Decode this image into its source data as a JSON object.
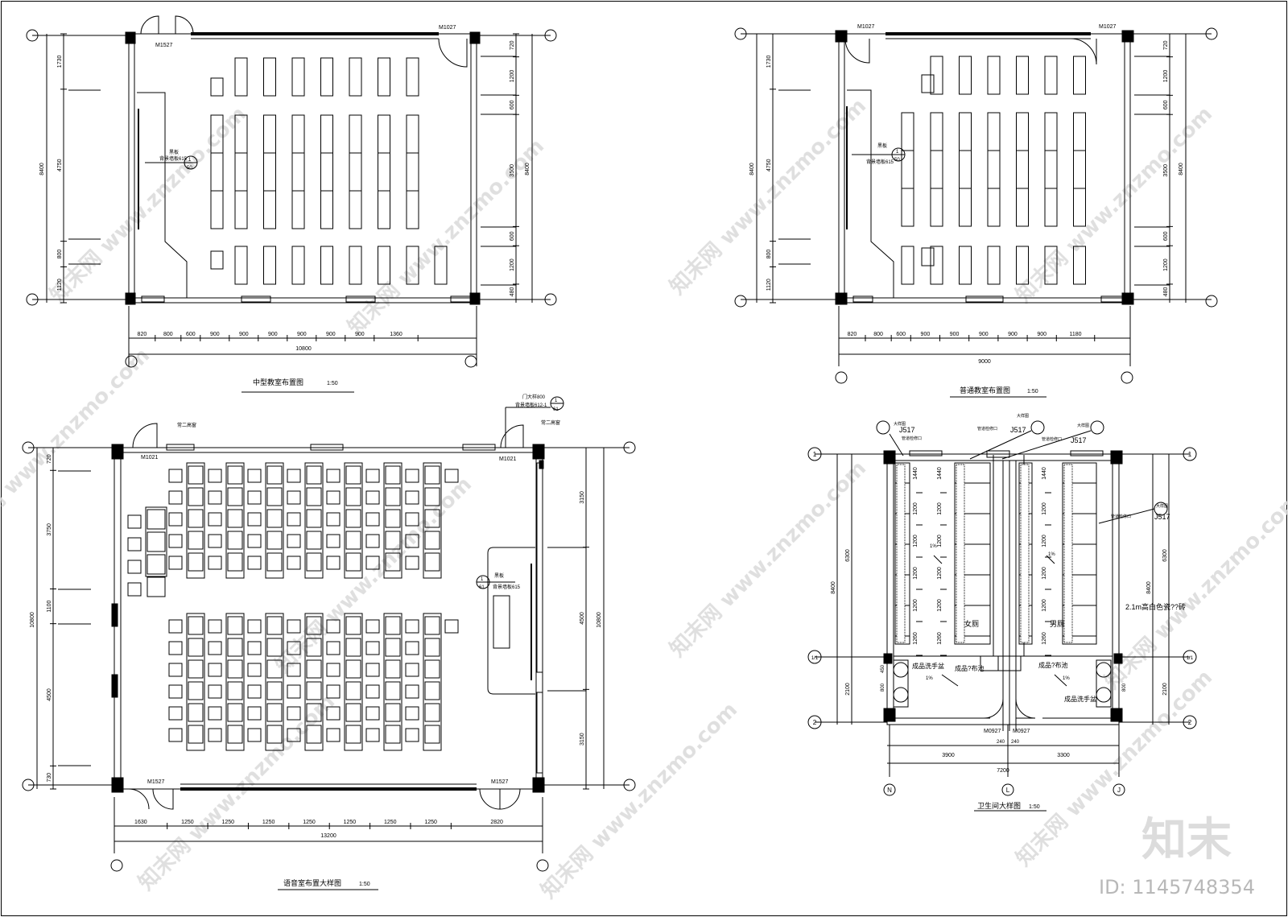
{
  "drawings": {
    "medium_classroom": {
      "title": "中型教室布置图",
      "scale": "1:50",
      "doors": [
        "M1527",
        "M1027"
      ],
      "tag_text": [
        "黑板",
        "背景墙板615"
      ],
      "tag_num": [
        "1",
        "50"
      ],
      "dims_bottom": [
        "820",
        "800",
        "600",
        "900",
        "900",
        "900",
        "900",
        "900",
        "900",
        "1360"
      ],
      "total_width": "10800",
      "dims_left": [
        "1730",
        "4750",
        "800",
        "1120"
      ],
      "total_left": "8400",
      "dims_right": [
        "720",
        "1200",
        "600",
        "3500",
        "600",
        "1200",
        "480"
      ],
      "total_right": "8400"
    },
    "ordinary_classroom": {
      "title": "普通教室布置图",
      "scale": "1:50",
      "doors": [
        "M1027",
        "M1027"
      ],
      "tag_text": [
        "黑板",
        "背景墙板615"
      ],
      "tag_num": [
        "1",
        "50"
      ],
      "dims_bottom": [
        "820",
        "800",
        "600",
        "900",
        "900",
        "900",
        "900",
        "900",
        "1180"
      ],
      "total_width": "9000",
      "dims_left": [
        "1730",
        "4750",
        "800",
        "1120"
      ],
      "total_left": "8400",
      "dims_right": [
        "720",
        "1200",
        "600",
        "3500",
        "600",
        "1200",
        "480"
      ],
      "total_right": "8400"
    },
    "language_room": {
      "title": "语音室布置大样图",
      "scale": "1:50",
      "doors": [
        "M1021",
        "M1021",
        "M1527",
        "M1527"
      ],
      "window_labels": [
        "常二高窗",
        "常二高窗"
      ],
      "door_tag_text": [
        "门大样800",
        "背景墙板612-1"
      ],
      "door_tag_num": [
        "1",
        "61"
      ],
      "tag_text": [
        "黑板",
        "背景墙板615"
      ],
      "tag_num": [
        "1",
        "61"
      ],
      "dims_bottom": [
        "1630",
        "1250",
        "1250",
        "1250",
        "1250",
        "1250",
        "1250",
        "1250",
        "2820"
      ],
      "total_width": "13200",
      "dims_left": [
        "720",
        "3750",
        "1100",
        "4500",
        "730"
      ],
      "total_left": "10800",
      "dims_right": [
        "3150",
        "4500",
        "3150"
      ],
      "total_right": "10800"
    },
    "toilet": {
      "title": "卫生间大样图",
      "scale": "1:50",
      "axis_left": [
        "1",
        "1/1",
        "2"
      ],
      "axis_right": [
        "1",
        "1/1",
        "2"
      ],
      "axis_bottom": [
        "N",
        "L",
        "J"
      ],
      "doors": [
        "M0927",
        "M0927"
      ],
      "j517": [
        "J517",
        "J517",
        "J517",
        "J517"
      ],
      "small_labels": [
        "大样图",
        "大样图",
        "大样图",
        "大样图",
        "管道检修口",
        "管道检修口",
        "管道检修口",
        "管道检修口"
      ],
      "room_female": "女厕",
      "room_male": "男厕",
      "basin_labels": [
        "成品洗手盆",
        "成品?布池",
        "成品?布池",
        "成品洗手盆"
      ],
      "wall_note": "2.1m高白色瓷??砖",
      "stall_dims": [
        "1440",
        "1200",
        "1200",
        "1200",
        "1200",
        "1260"
      ],
      "dims_bottom": [
        "3900",
        "3300"
      ],
      "total_width": "7200",
      "dims_240": [
        "240",
        "240"
      ],
      "dims_left": [
        "6300",
        "2100"
      ],
      "total_left": "8400",
      "dims_right": [
        "6300",
        "2100"
      ],
      "total_right": "8400",
      "basin_dims": [
        "450",
        "800",
        "800"
      ],
      "slope": "1%"
    }
  },
  "watermark": {
    "site": "www.znzmo.com",
    "brand_cn": "知末网",
    "logo": "知末",
    "id_text": "ID: 1145748354"
  }
}
